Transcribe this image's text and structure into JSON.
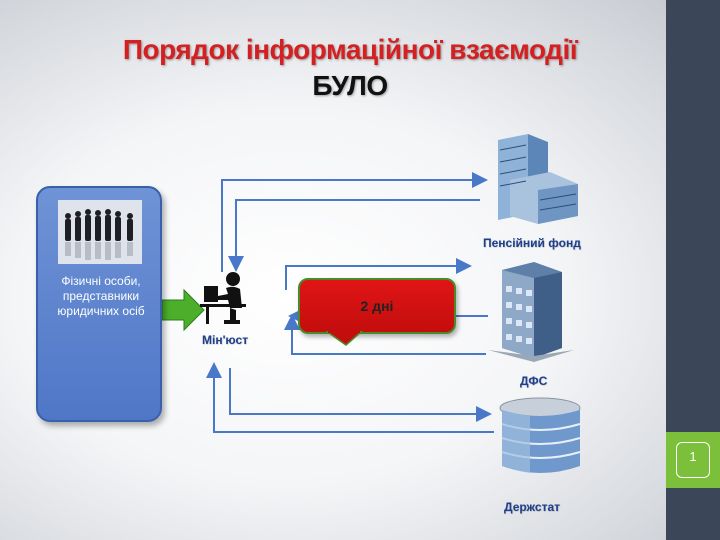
{
  "title": {
    "line1": "Порядок інформаційної взаємодії",
    "line2": "БУЛО"
  },
  "left_box": {
    "text": "Фізичні особи, представники юридичних осіб"
  },
  "nodes": {
    "ministry": "Мін'юст",
    "pension_fund": "Пенсійний фонд",
    "tax_service": "ДФС",
    "statistics": "Держстат"
  },
  "callout": {
    "text": "2 дні"
  },
  "page_number": "1",
  "colors": {
    "title_red": "#d42020",
    "sidebar": "#3b4758",
    "page_box": "#7bbf3a",
    "left_box": "#5a80cc",
    "arrow_blue": "#4a78c8",
    "callout_red": "#d81212",
    "green_arrow": "#4caf2c"
  },
  "icons": [
    "people-photo",
    "person-at-computer-icon",
    "office-building-icon",
    "tower-building-icon",
    "round-building-icon"
  ]
}
